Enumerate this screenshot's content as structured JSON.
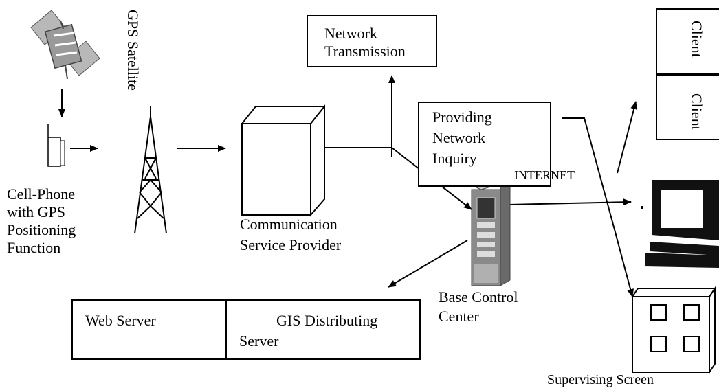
{
  "labels": {
    "gps_satellite": "GPS Satellite",
    "cellphone": [
      "Cell-Phone",
      "with GPS",
      "Positioning",
      "Function"
    ],
    "network_transmission": [
      "Network",
      "Transmission"
    ],
    "providing_network_inquiry": [
      "Providing",
      "Network",
      "Inquiry"
    ],
    "internet": "INTERNET",
    "client_1": "Client",
    "client_2": "Client",
    "communication_provider": [
      "Communication",
      "Service Provider"
    ],
    "base_control_center": [
      "Base Control",
      "Center"
    ],
    "web_server": "Web Server",
    "gis_server": [
      "GIS Distributing",
      "Server"
    ],
    "supervising_screen": "Supervising Screen"
  },
  "icons": {
    "satellite": "satellite-icon",
    "cellphone": "cell-phone-icon",
    "tower": "transmission-tower-icon",
    "communication_box": "communication-provider-box-icon",
    "server": "base-control-server-icon",
    "computer": "client-computer-icon",
    "supervising_screen": "supervising-screen-icon"
  },
  "colors": {
    "line": "#000000",
    "server_body": "#8a8a8a",
    "satellite_body": "#9a9a9a"
  }
}
